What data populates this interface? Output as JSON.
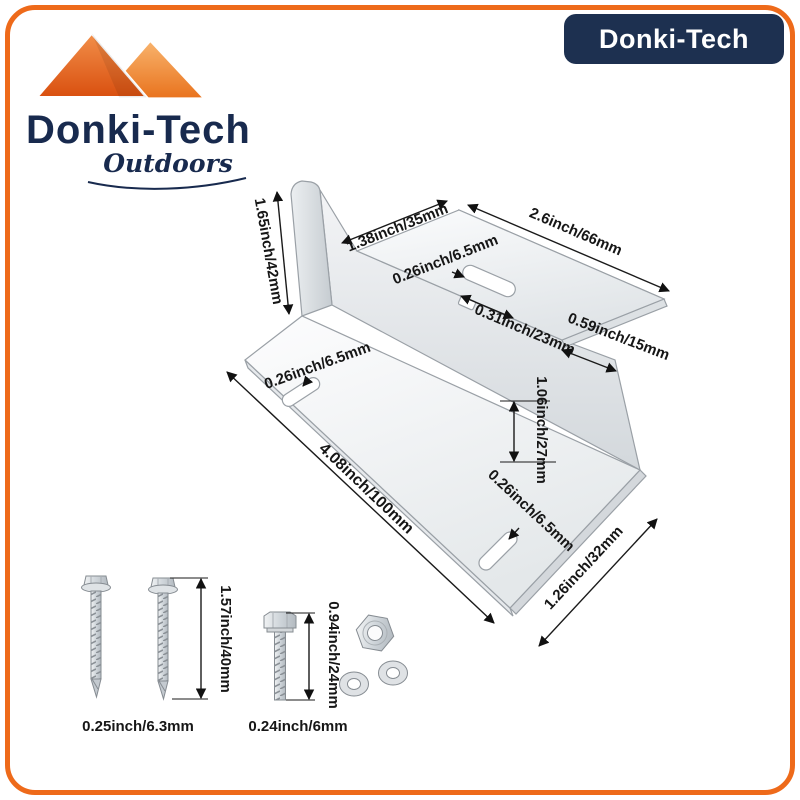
{
  "brand": {
    "name": "Donki-Tech",
    "subtitle": "Outdoors",
    "badge": "Donki-Tech"
  },
  "colors": {
    "accent_orange": "#ee6a1a",
    "navy": "#1d3050",
    "metal_light": "#f0f2f3",
    "metal_dark": "#b3bac0"
  },
  "bracket": {
    "dims": {
      "web_height": "1.65inch/42mm",
      "flange_width": "1.38inch/35mm",
      "flange_length": "2.6inch/66mm",
      "flange_slot_width": "0.26inch/6.5mm",
      "flange_slot_length": "0.31inch/23mm",
      "flange_edge": "0.59inch/15mm",
      "web_clearance": "1.06inch/27mm",
      "base_slot_left": "0.26inch/6.5mm",
      "base_length": "4.08inch/100mm",
      "base_slot_right": "0.26inch/6.5mm",
      "base_width": "1.26inch/32mm"
    }
  },
  "hardware": {
    "screw_length": "1.57inch/40mm",
    "screw_diameter": "0.25inch/6.3mm",
    "bolt_length": "0.94inch/24mm",
    "bolt_diameter": "0.24inch/6mm"
  }
}
